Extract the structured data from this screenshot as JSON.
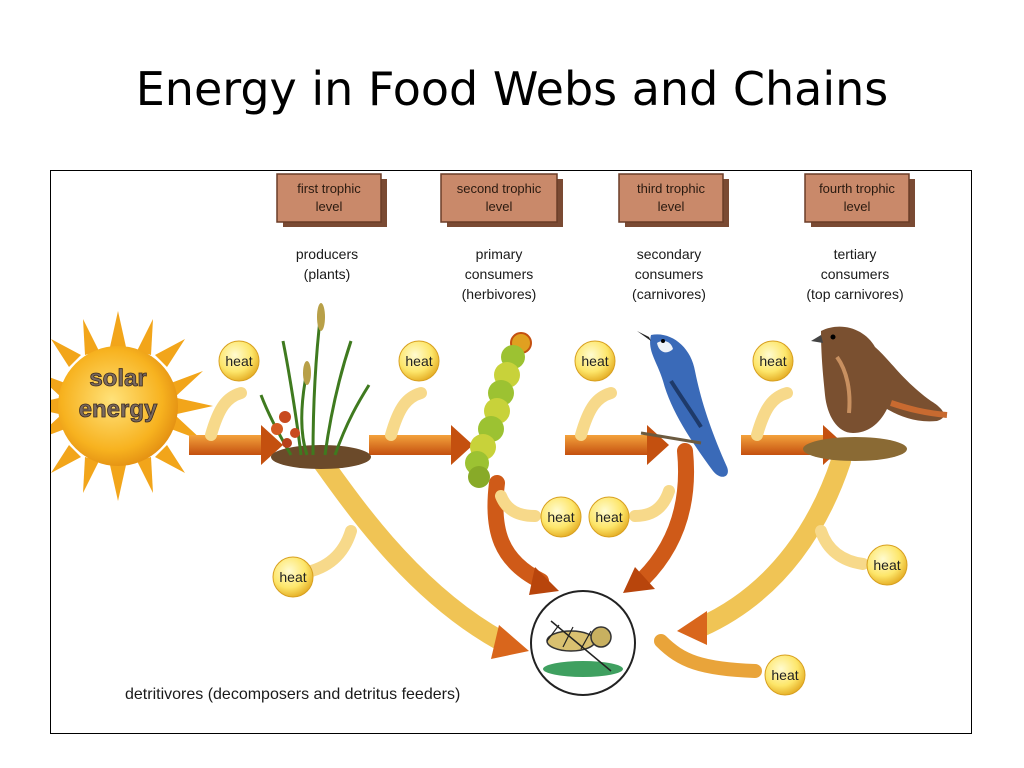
{
  "slide": {
    "title": "Energy in Food Webs and Chains"
  },
  "diagram": {
    "source_label": [
      "solar",
      "energy"
    ],
    "levels": [
      {
        "box": [
          "first trophic",
          "level"
        ],
        "organism": [
          "producers",
          "(plants)"
        ]
      },
      {
        "box": [
          "second trophic",
          "level"
        ],
        "organism": [
          "primary",
          "consumers",
          "(herbivores)"
        ]
      },
      {
        "box": [
          "third trophic",
          "level"
        ],
        "organism": [
          "secondary",
          "consumers",
          "(carnivores)"
        ]
      },
      {
        "box": [
          "fourth trophic",
          "level"
        ],
        "organism": [
          "tertiary",
          "consumers",
          "(top carnivores)"
        ]
      }
    ],
    "heat_label": "heat",
    "detritivores_label": "detritivores (decomposers and detritus feeders)",
    "colors": {
      "box_fill": "#c9896a",
      "box_shadow": "#7a4a33",
      "arrow_orange": "#d9661c",
      "arrow_yellow": "#f4c84a",
      "heat_fill": "#fde66a",
      "sun": "#f7b21f"
    }
  }
}
